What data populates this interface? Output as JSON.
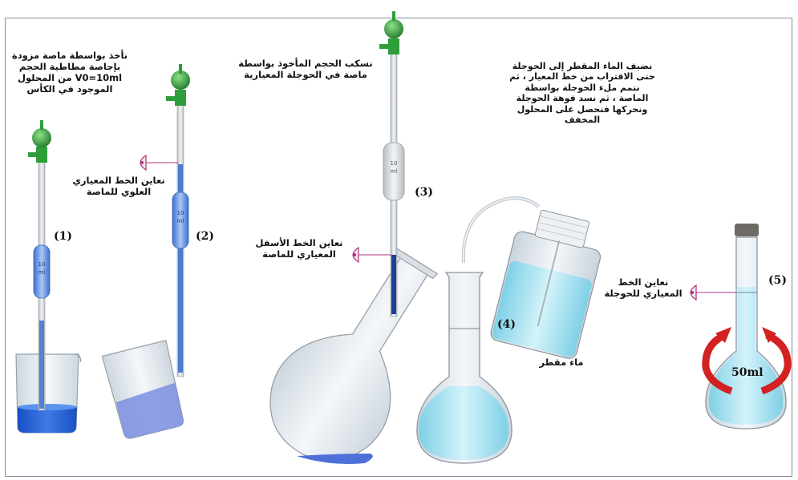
{
  "steps": {
    "step1": {
      "number": "(1)",
      "text": "نأخذ بواسطة ماصة مزودة\nبإجاصة مطاطية الحجم\nV0=10ml من المحلول\nالموجود في الكأس"
    },
    "step2": {
      "number": "(2)",
      "text": "نعاين الخط المعياري\nالعلوي للماصة"
    },
    "step3": {
      "number": "(3)",
      "text_top": "نسكب الحجم المأخوذ بواسطة\nماصة في الحوجلة المعيارية",
      "text_mark": "نعاين الخط الأسفل\nالمعياري للماصة"
    },
    "step4": {
      "number": "(4)",
      "text": "نضيف الماء المقطر إلى الحوجلة\nحتى الاقتراب من خط المعيار ، ثم\nنتمم ملء الحوجلة بواسطة\nالماصة ، ثم نسد فوهة الحوجلة\nونحركها فنحصل على المحلول\nالمخفف",
      "water_label": "ماء مقطر"
    },
    "step5": {
      "number": "(5)",
      "text": "نعاين الخط\nالمعياري للحوجلة",
      "volume": "50ml"
    }
  },
  "pipette_label": "10\nml",
  "colors": {
    "solution_dark": "#2a60d0",
    "solution_light": "#b8e6f0",
    "bulb_green": "#2e9e3a",
    "eye_pink": "#b0307a",
    "rotation_red": "#d32020"
  }
}
